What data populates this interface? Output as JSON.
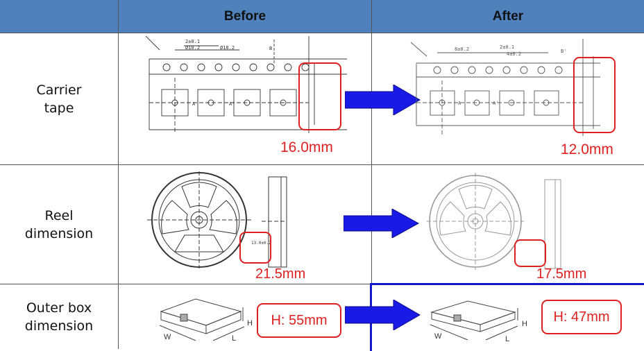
{
  "header": {
    "before": "Before",
    "after": "After"
  },
  "rows": [
    {
      "label": "Carrier\ntape",
      "before_dim": "16.0mm",
      "after_dim": "12.0mm"
    },
    {
      "label": "Reel\ndimension",
      "before_dim": "21.5mm",
      "after_dim": "17.5mm"
    },
    {
      "label": "Outer box\ndimension",
      "before_dim": "H: 55mm",
      "after_dim": "H: 47mm"
    }
  ],
  "drawing_labels": {
    "a": "A",
    "a_prime": "A'",
    "b": "B",
    "b_prime": "B'",
    "w": "W",
    "l": "L",
    "h": "H"
  },
  "colors": {
    "header": "#4f81bd",
    "arrow": "#1a1ae6",
    "highlight": "#e02020",
    "focus_border": "#1515cc"
  }
}
